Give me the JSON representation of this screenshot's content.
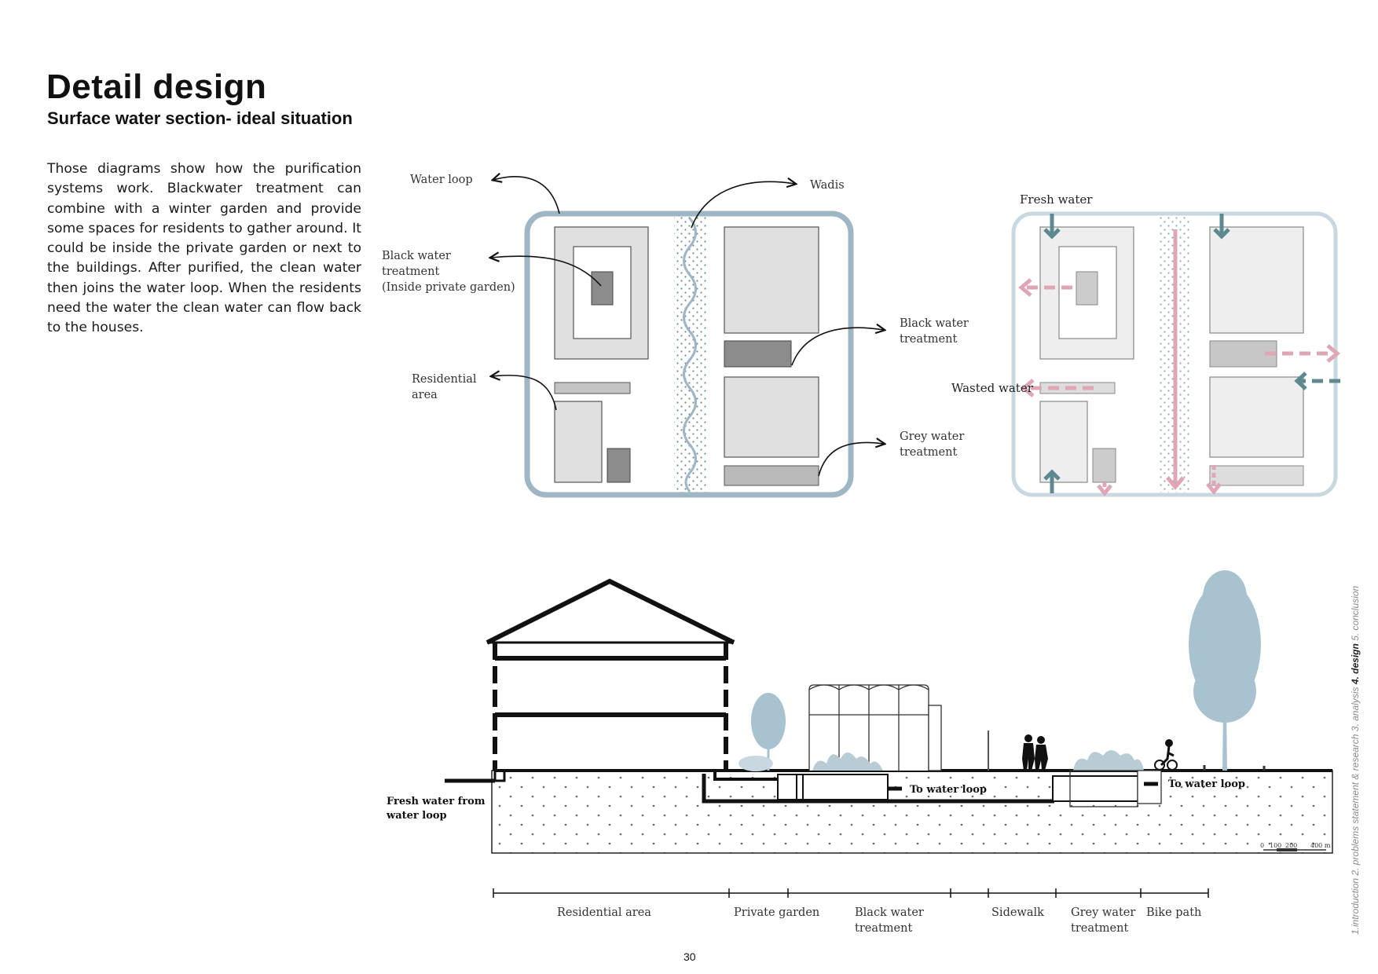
{
  "header": {
    "title": "Detail design",
    "subtitle": "Surface water section- ideal situation"
  },
  "intro": {
    "text": "Those diagrams show how the purification systems work. Blackwater treatment can combine with a winter garden and provide some spaces for residents to gather around. It could be inside the private garden or next to the buildings. After purified, the clean water then joins the water loop. When the residents need the water the clean water can flow back to the houses."
  },
  "plan_left": {
    "label_water_loop": "Water loop",
    "label_wadis": "Wadis",
    "label_black_water_line1": "Black water",
    "label_black_water_line2": "treatment",
    "label_black_water_line3": "(Inside private garden)",
    "label_residential_line1": "Residential",
    "label_residential_line2": "area",
    "label_black_right_line1": "Black water",
    "label_black_right_line2": "treatment",
    "label_grey_line1": "Grey water",
    "label_grey_line2": "treatment"
  },
  "plan_right": {
    "label_fresh_water": "Fresh water",
    "label_wasted_water": "Wasted water"
  },
  "section": {
    "label_fresh_line1": "Fresh water from",
    "label_fresh_line2": "water loop",
    "label_to_loop_1": "To water loop",
    "label_to_loop_2": "To water loop",
    "scale": [
      "0",
      "100",
      "200",
      "400 m"
    ],
    "zones": [
      {
        "line1": "Residential area",
        "line2": ""
      },
      {
        "line1": "Private garden",
        "line2": ""
      },
      {
        "line1": "Black water",
        "line2": "treatment"
      },
      {
        "line1": "Sidewalk",
        "line2": ""
      },
      {
        "line1": "Grey water",
        "line2": "treatment"
      },
      {
        "line1": "Bike path",
        "line2": ""
      }
    ]
  },
  "footer": {
    "page_number": "30",
    "nav_prefix": "1.introduction 2. problems statement & research 3. analysis ",
    "nav_current": "4. design",
    "nav_suffix": " 5. conclusion"
  },
  "colors": {
    "frame": "#9fb6c4",
    "frame_light": "#c9d8e0",
    "block": "#e0e0e0",
    "block_dark": "#8c8c8c",
    "block_mid": "#b9b9b9",
    "arrow_pink": "#dfa7b6",
    "arrow_teal": "#5e8a8f",
    "tree": "#a9c2cf"
  }
}
